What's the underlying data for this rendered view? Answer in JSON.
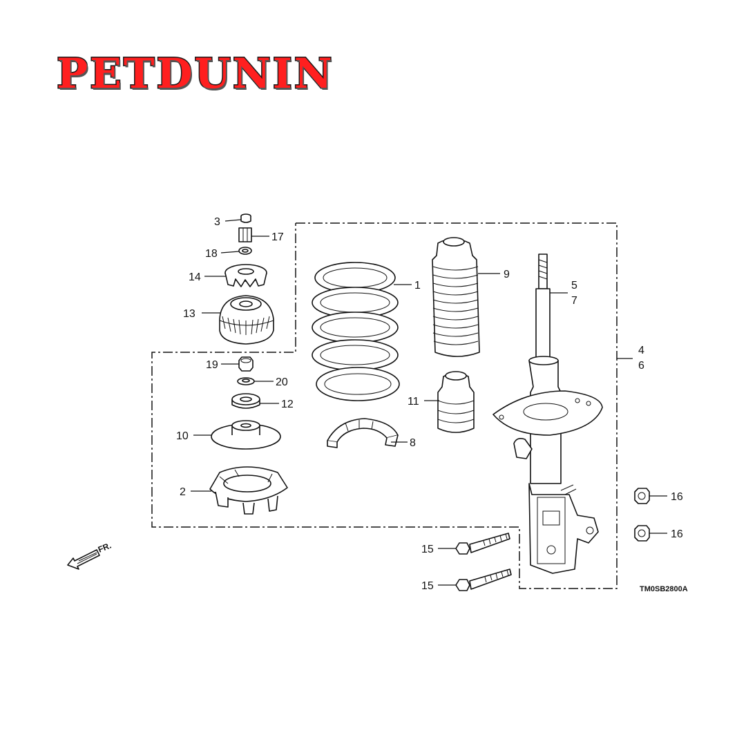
{
  "brand": "PETDUNIN",
  "diagram_code": "TM0SB2800A",
  "direction_label": "FR.",
  "callouts": {
    "c1": "1",
    "c2": "2",
    "c3": "3",
    "c4": "4",
    "c5": "5",
    "c6": "6",
    "c7": "7",
    "c8": "8",
    "c9": "9",
    "c10": "10",
    "c11": "11",
    "c12": "12",
    "c13": "13",
    "c14": "14",
    "c15a": "15",
    "c15b": "15",
    "c16a": "16",
    "c16b": "16",
    "c17": "17",
    "c18": "18",
    "c19": "19",
    "c20": "20"
  }
}
